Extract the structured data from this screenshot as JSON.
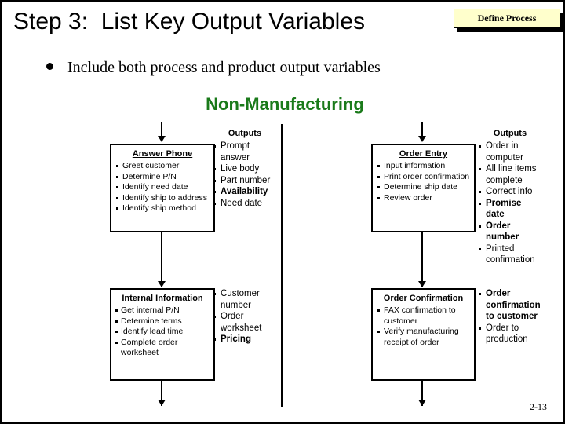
{
  "slide": {
    "title": "Step 3:  List Key Output Variables",
    "badge_label": "Define Process",
    "bullet": "Include both process and product output variables",
    "section_heading": "Non-Manufacturing",
    "page_number": "2-13",
    "colors": {
      "heading_green": "#1a7a1a",
      "badge_fill": "#ffffcc",
      "ink": "#000000",
      "background": "#ffffff"
    }
  },
  "columns": {
    "left": {
      "outputs_label": "Outputs",
      "boxes": [
        {
          "title": "Answer Phone",
          "items": [
            "Greet customer",
            "Determine P/N",
            "Identify need date",
            "Identify ship to address",
            "Identify ship method"
          ],
          "outputs": [
            {
              "text": "Prompt answer",
              "bold": false
            },
            {
              "text": "Live body",
              "bold": false
            },
            {
              "text": "Part number",
              "bold": false
            },
            {
              "text": "Availability",
              "bold": true
            },
            {
              "text": "Need date",
              "bold": false
            }
          ]
        },
        {
          "title": "Internal Information",
          "items": [
            "Get internal P/N",
            "Determine terms",
            "Identify lead time",
            "Complete order worksheet"
          ],
          "outputs": [
            {
              "text": "Customer number",
              "bold": false
            },
            {
              "text": "Order worksheet",
              "bold": false
            },
            {
              "text": "Pricing",
              "bold": true
            }
          ]
        }
      ]
    },
    "right": {
      "outputs_label": "Outputs",
      "boxes": [
        {
          "title": "Order Entry",
          "items": [
            "Input information",
            "Print order confirmation",
            "Determine ship date",
            "Review order"
          ],
          "outputs": [
            {
              "text": "Order in computer",
              "bold": false
            },
            {
              "text": "All line items complete",
              "bold": false
            },
            {
              "text": "Correct info",
              "bold": false
            },
            {
              "text": "Promise date",
              "bold": true
            },
            {
              "text": "Order number",
              "bold": true
            },
            {
              "text": "Printed confirmation",
              "bold": false
            }
          ]
        },
        {
          "title": "Order Confirmation",
          "items": [
            "FAX confirmation to customer",
            "Verify manufacturing receipt of order"
          ],
          "outputs": [
            {
              "text": "Order confirmation to customer",
              "bold": true
            },
            {
              "text": "Order to production",
              "bold": false
            }
          ]
        }
      ]
    }
  }
}
